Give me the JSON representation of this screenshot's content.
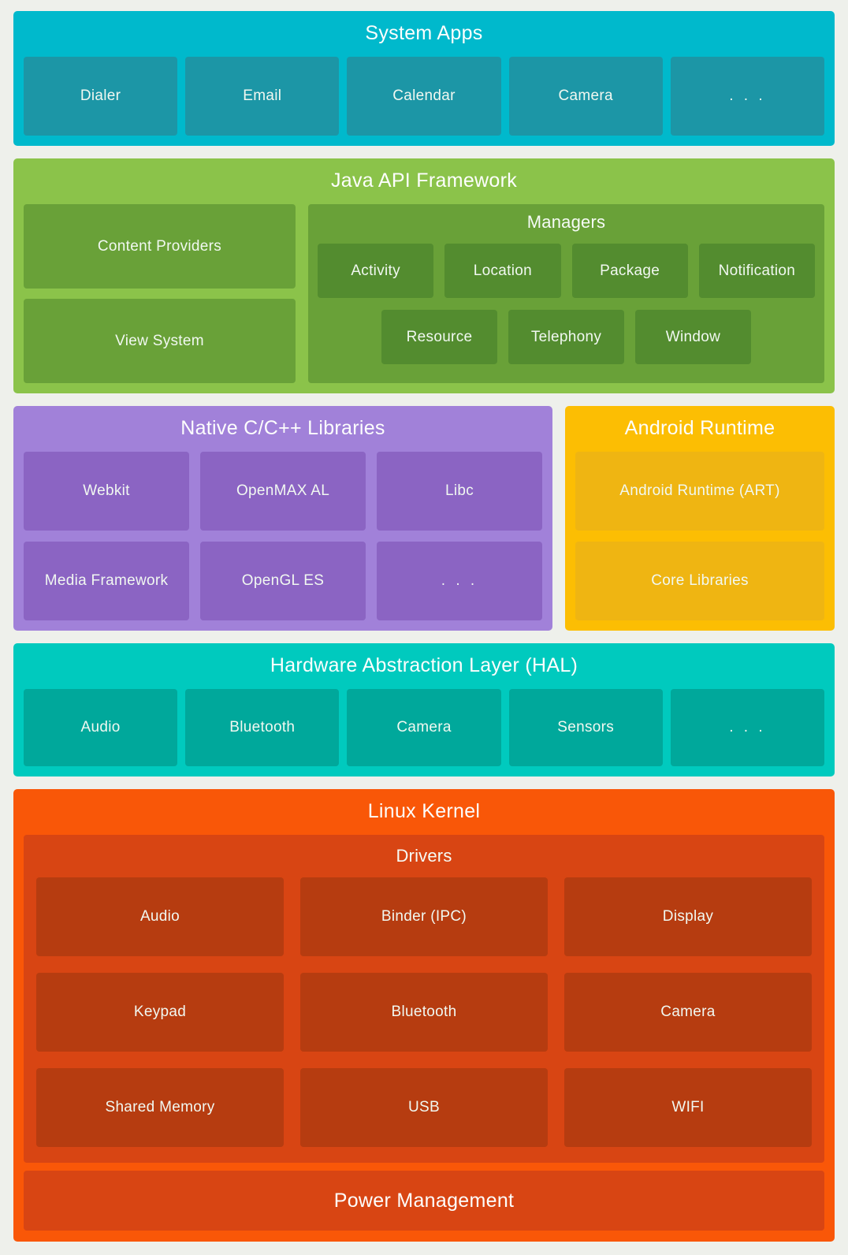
{
  "theme": {
    "bg": "#eef0eb",
    "sys-outer": "#00b9cc",
    "sys-inner": "#1c96a6",
    "java-outer": "#8bc34a",
    "java-mid": "#69a138",
    "java-inner": "#538c2f",
    "native-outer": "#a181d9",
    "native-inner": "#8b64c3",
    "runtime-outer": "#fcbe03",
    "runtime-inner": "#efb512",
    "hal-outer": "#00cabe",
    "hal-inner": "#00a89b",
    "kernel-outer": "#f95708",
    "kernel-mid": "#d84513",
    "kernel-inner": "#b63c10"
  },
  "system_apps": {
    "title": "System Apps",
    "items": [
      "Dialer",
      "Email",
      "Calendar",
      "Camera",
      ". . ."
    ]
  },
  "java_api": {
    "title": "Java API Framework",
    "left_items": [
      "Content Providers",
      "View System"
    ],
    "managers": {
      "title": "Managers",
      "row1": [
        "Activity",
        "Location",
        "Package",
        "Notification"
      ],
      "row2": [
        "Resource",
        "Telephony",
        "Window"
      ]
    }
  },
  "native_libs": {
    "title": "Native C/C++ Libraries",
    "items": [
      "Webkit",
      "OpenMAX AL",
      "Libc",
      "Media Framework",
      "OpenGL ES",
      ". . ."
    ]
  },
  "android_runtime": {
    "title": "Android Runtime",
    "items": [
      "Android Runtime (ART)",
      "Core Libraries"
    ]
  },
  "hal": {
    "title": "Hardware Abstraction Layer (HAL)",
    "items": [
      "Audio",
      "Bluetooth",
      "Camera",
      "Sensors",
      ". . ."
    ]
  },
  "linux_kernel": {
    "title": "Linux Kernel",
    "drivers": {
      "title": "Drivers",
      "items": [
        "Audio",
        "Binder (IPC)",
        "Display",
        "Keypad",
        "Bluetooth",
        "Camera",
        "Shared Memory",
        "USB",
        "WIFI"
      ]
    },
    "power_label": "Power Management"
  }
}
